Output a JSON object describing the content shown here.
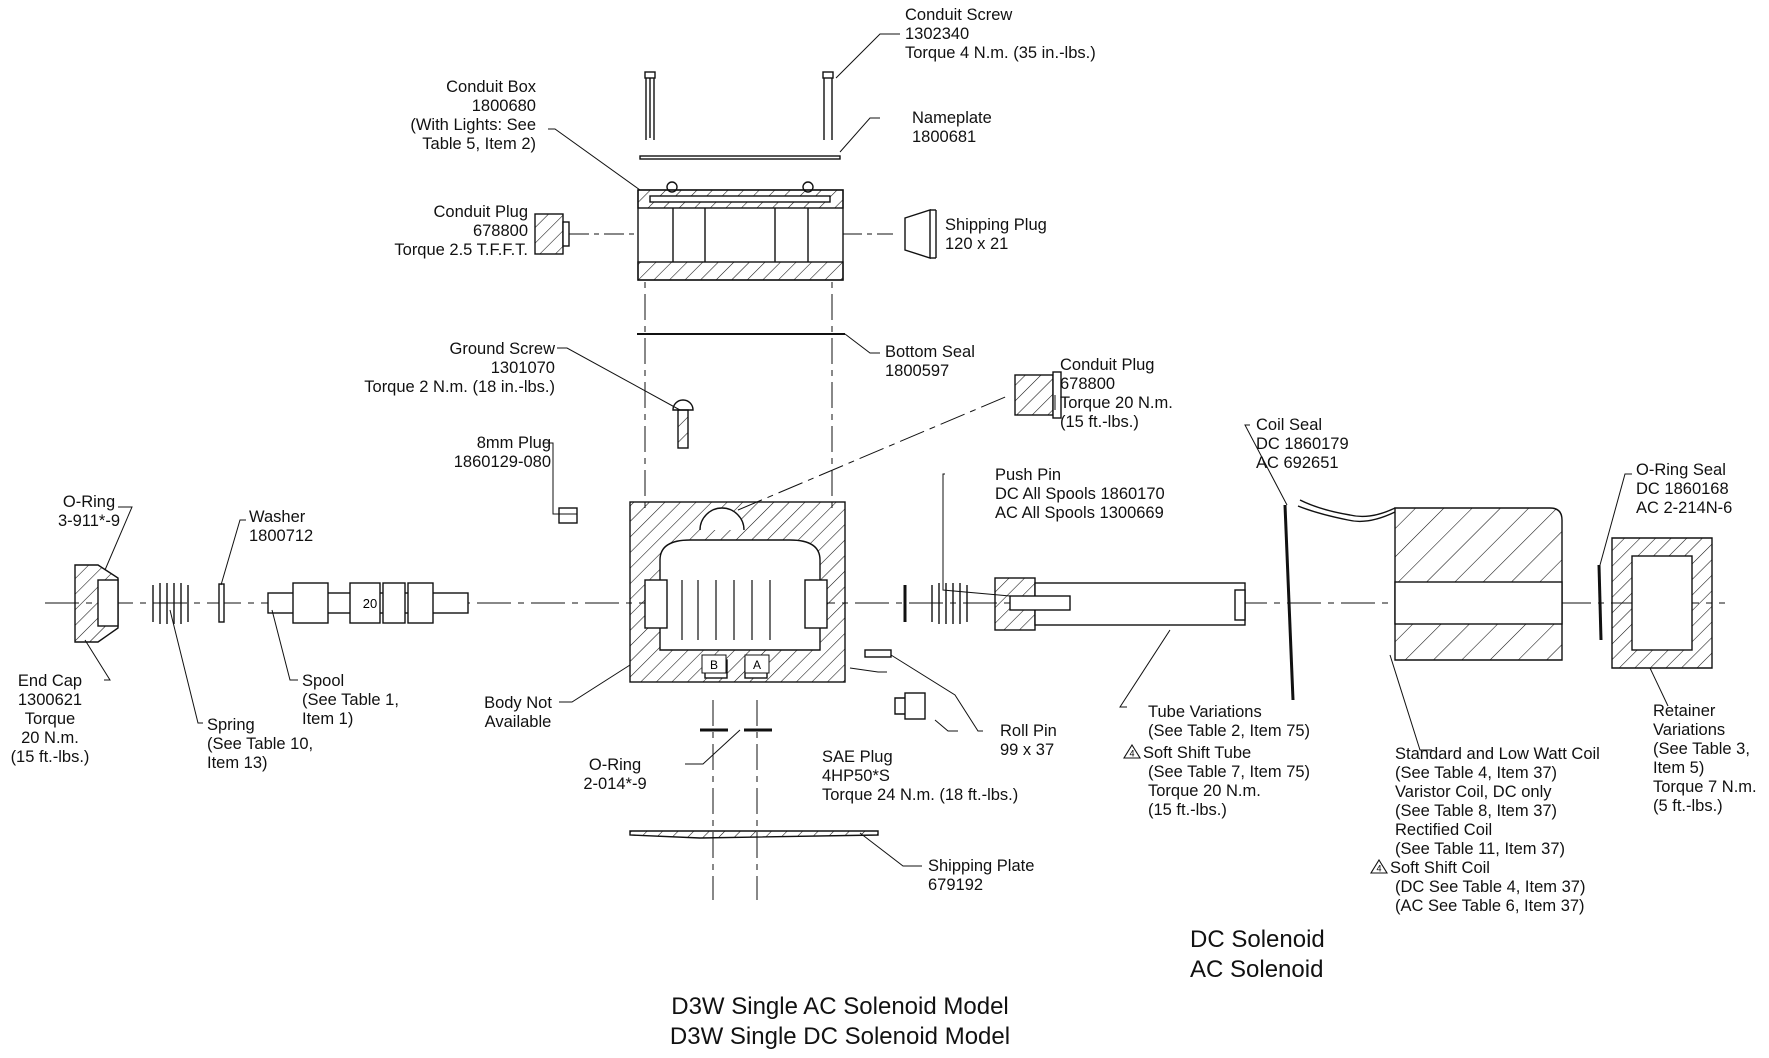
{
  "labels": {
    "conduit_screw": [
      "Conduit Screw",
      "1302340",
      "Torque 4 N.m. (35 in.-lbs.)"
    ],
    "conduit_box": [
      "Conduit Box",
      "1800680",
      "(With Lights: See",
      "Table 5, Item 2)"
    ],
    "nameplate": [
      "Nameplate",
      "1800681"
    ],
    "conduit_plug_top": [
      "Conduit Plug",
      "678800",
      "Torque 2.5 T.F.F.T."
    ],
    "shipping_plug": [
      "Shipping Plug",
      "120 x 21"
    ],
    "bottom_seal": [
      "Bottom Seal",
      "1800597"
    ],
    "ground_screw": [
      "Ground Screw",
      "1301070",
      "Torque 2 N.m. (18 in.-lbs.)"
    ],
    "conduit_plug_body": [
      "Conduit Plug",
      "678800",
      "Torque 20 N.m.",
      "(15 ft.-lbs.)"
    ],
    "coil_seal": [
      "Coil Seal",
      "DC 1860179",
      "AC 692651"
    ],
    "plug_8mm": [
      "8mm Plug",
      "1860129-080"
    ],
    "push_pin": [
      "Push Pin",
      "DC All Spools 1860170",
      "AC All Spools 1300669"
    ],
    "oring_seal": [
      "O-Ring Seal",
      "DC 1860168",
      "AC 2-214N-6"
    ],
    "oring_left": [
      "O-Ring",
      "3-911*-9"
    ],
    "washer": [
      "Washer",
      "1800712"
    ],
    "end_cap": [
      "End Cap",
      "1300621",
      "Torque",
      "20 N.m.",
      "(15 ft.-lbs.)"
    ],
    "spool": [
      "Spool",
      "(See Table 1,",
      "Item 1)"
    ],
    "spring": [
      "Spring",
      "(See Table 10,",
      "Item 13)"
    ],
    "body": [
      "Body Not",
      "Available"
    ],
    "roll_pin": [
      "Roll Pin",
      "99 x 37"
    ],
    "oring_bottom": [
      "O-Ring",
      "2-014*-9"
    ],
    "sae_plug": [
      "SAE Plug",
      "4HP50*S",
      "Torque 24 N.m. (18 ft.-lbs.)"
    ],
    "tube_variations": [
      "Tube Variations",
      "(See Table 2, Item 75)"
    ],
    "soft_shift_tube": [
      "Soft Shift Tube",
      "(See Table 7, Item 75)",
      "Torque 20 N.m.",
      "(15 ft.-lbs.)"
    ],
    "retainer": [
      "Retainer",
      "Variations",
      "(See Table 3,",
      "Item 5)",
      "Torque 7 N.m.",
      "(5 ft.-lbs.)"
    ],
    "coil": [
      "Standard and Low Watt Coil",
      "(See Table 4, Item 37)",
      "Varistor Coil, DC only",
      "(See Table 8, Item 37)",
      "Rectified Coil",
      "(See Table 11, Item 37)"
    ],
    "soft_shift_coil": [
      "Soft Shift Coil",
      "(DC See Table 4, Item 37)",
      "(AC See Table 6, Item 37)"
    ],
    "shipping_plate": [
      "Shipping Plate",
      "679192"
    ]
  },
  "note_symbol": "4",
  "port_labels": {
    "b": "B",
    "a": "A"
  },
  "spool_marking": "20",
  "solenoid_types": [
    "DC Solenoid",
    "AC Solenoid"
  ],
  "model_titles": [
    "D3W Single AC Solenoid Model",
    "D3W Single DC Solenoid Model"
  ]
}
